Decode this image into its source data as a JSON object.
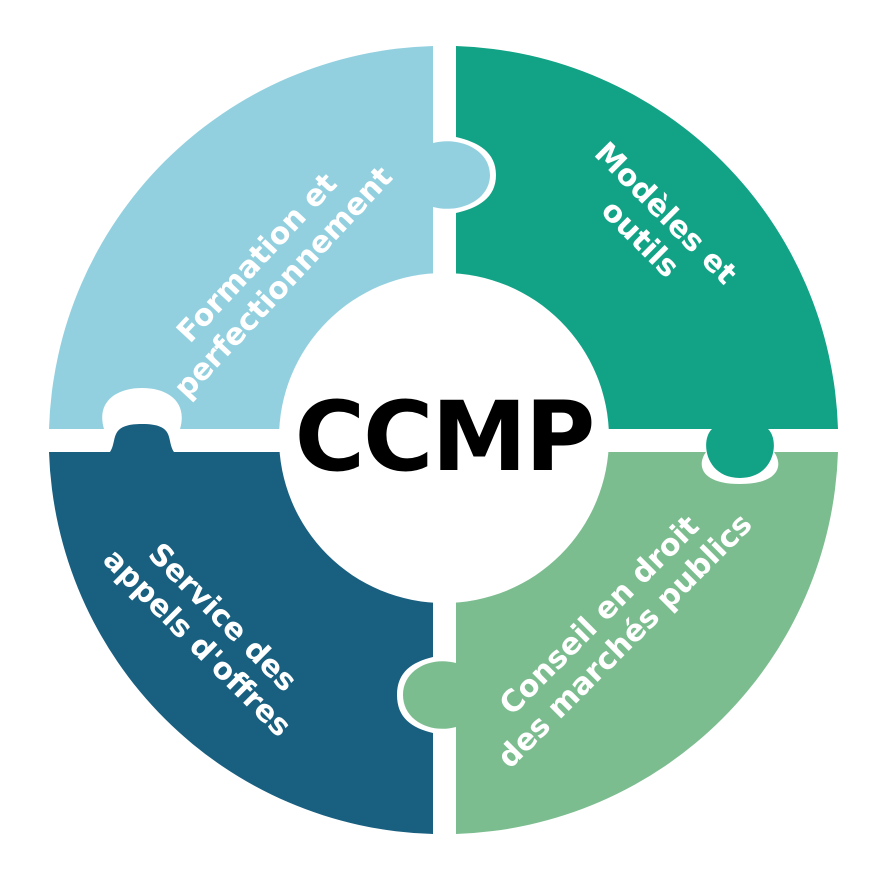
{
  "title": "CCMP",
  "colors": {
    "formation": "#93d0df",
    "modeles": "#12a386",
    "conseil": "#7cbd8f",
    "service": "#185f80",
    "center": "#ffffff",
    "text": "#ffffff",
    "title_text": "#000000"
  },
  "segments": {
    "formation": {
      "line1": "Formation et",
      "line2": "perfectionnement"
    },
    "modeles": {
      "line1": "Modèles et",
      "line2": "outils"
    },
    "conseil": {
      "line1": "Conseil en droit",
      "line2": "des marchés publics"
    },
    "service": {
      "line1": "Service des",
      "line2": "appels d'offres"
    }
  }
}
